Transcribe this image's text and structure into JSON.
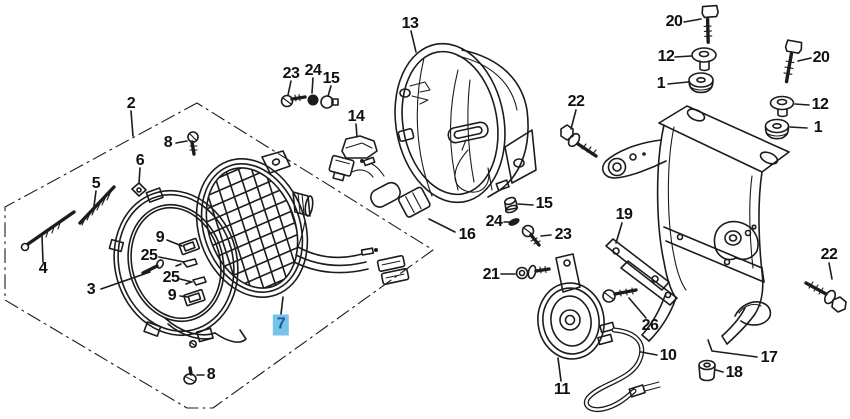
{
  "figure": {
    "type": "exploded-parts-diagram",
    "subject": "headlight and horn assembly",
    "background_color": "#ffffff",
    "line_color": "#1c1c1c",
    "selected_part": "7",
    "selected_highlight_color": "#74c5e8",
    "selected_text_color": "#1c549e"
  },
  "callouts": [
    {
      "id": "part-2",
      "text": "2"
    },
    {
      "id": "part-8-top",
      "text": "8"
    },
    {
      "id": "part-6",
      "text": "6"
    },
    {
      "id": "part-5",
      "text": "5"
    },
    {
      "id": "part-4",
      "text": "4"
    },
    {
      "id": "part-3",
      "text": "3"
    },
    {
      "id": "part-9-upper",
      "text": "9"
    },
    {
      "id": "part-25-upper",
      "text": "25"
    },
    {
      "id": "part-25-lower",
      "text": "25"
    },
    {
      "id": "part-9-lower",
      "text": "9"
    },
    {
      "id": "part-7",
      "text": "7",
      "selected": true
    },
    {
      "id": "part-8-bottom",
      "text": "8"
    },
    {
      "id": "part-23-top",
      "text": "23"
    },
    {
      "id": "part-24-top",
      "text": "24"
    },
    {
      "id": "part-15-top",
      "text": "15"
    },
    {
      "id": "part-14",
      "text": "14"
    },
    {
      "id": "part-13",
      "text": "13"
    },
    {
      "id": "part-16",
      "text": "16"
    },
    {
      "id": "part-15-mid",
      "text": "15"
    },
    {
      "id": "part-24-mid",
      "text": "24"
    },
    {
      "id": "part-23-mid",
      "text": "23"
    },
    {
      "id": "part-21",
      "text": "21"
    },
    {
      "id": "part-22-left",
      "text": "22"
    },
    {
      "id": "part-20-left",
      "text": "20"
    },
    {
      "id": "part-12-left",
      "text": "12"
    },
    {
      "id": "part-1-left",
      "text": "1"
    },
    {
      "id": "part-20-right",
      "text": "20"
    },
    {
      "id": "part-12-right",
      "text": "12"
    },
    {
      "id": "part-1-right",
      "text": "1"
    },
    {
      "id": "part-22-bottom",
      "text": "22"
    },
    {
      "id": "part-19",
      "text": "19"
    },
    {
      "id": "part-26",
      "text": "26"
    },
    {
      "id": "part-10",
      "text": "10"
    },
    {
      "id": "part-11",
      "text": "11"
    },
    {
      "id": "part-17",
      "text": "17"
    },
    {
      "id": "part-18",
      "text": "18"
    }
  ]
}
